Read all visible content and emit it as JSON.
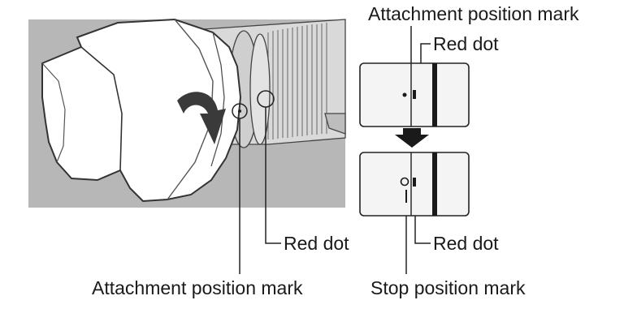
{
  "labels": {
    "top_attachment_mark": "Attachment position mark",
    "top_red_dot": "Red dot",
    "photo_red_dot": "Red dot",
    "bottom_attachment_mark": "Attachment position mark",
    "detail_red_dot": "Red dot",
    "stop_position_mark": "Stop position mark"
  },
  "colors": {
    "photo_background": "#b7b7b7",
    "hood": "#ffffff",
    "lens_body": "#dcdcdc",
    "panel_fill": "#f4f4f4",
    "arrow": "#3a3a3a"
  },
  "icons": {
    "rotation_arrow": "curved-rotate-arrow-icon",
    "down_arrow": "down-arrow-icon"
  }
}
